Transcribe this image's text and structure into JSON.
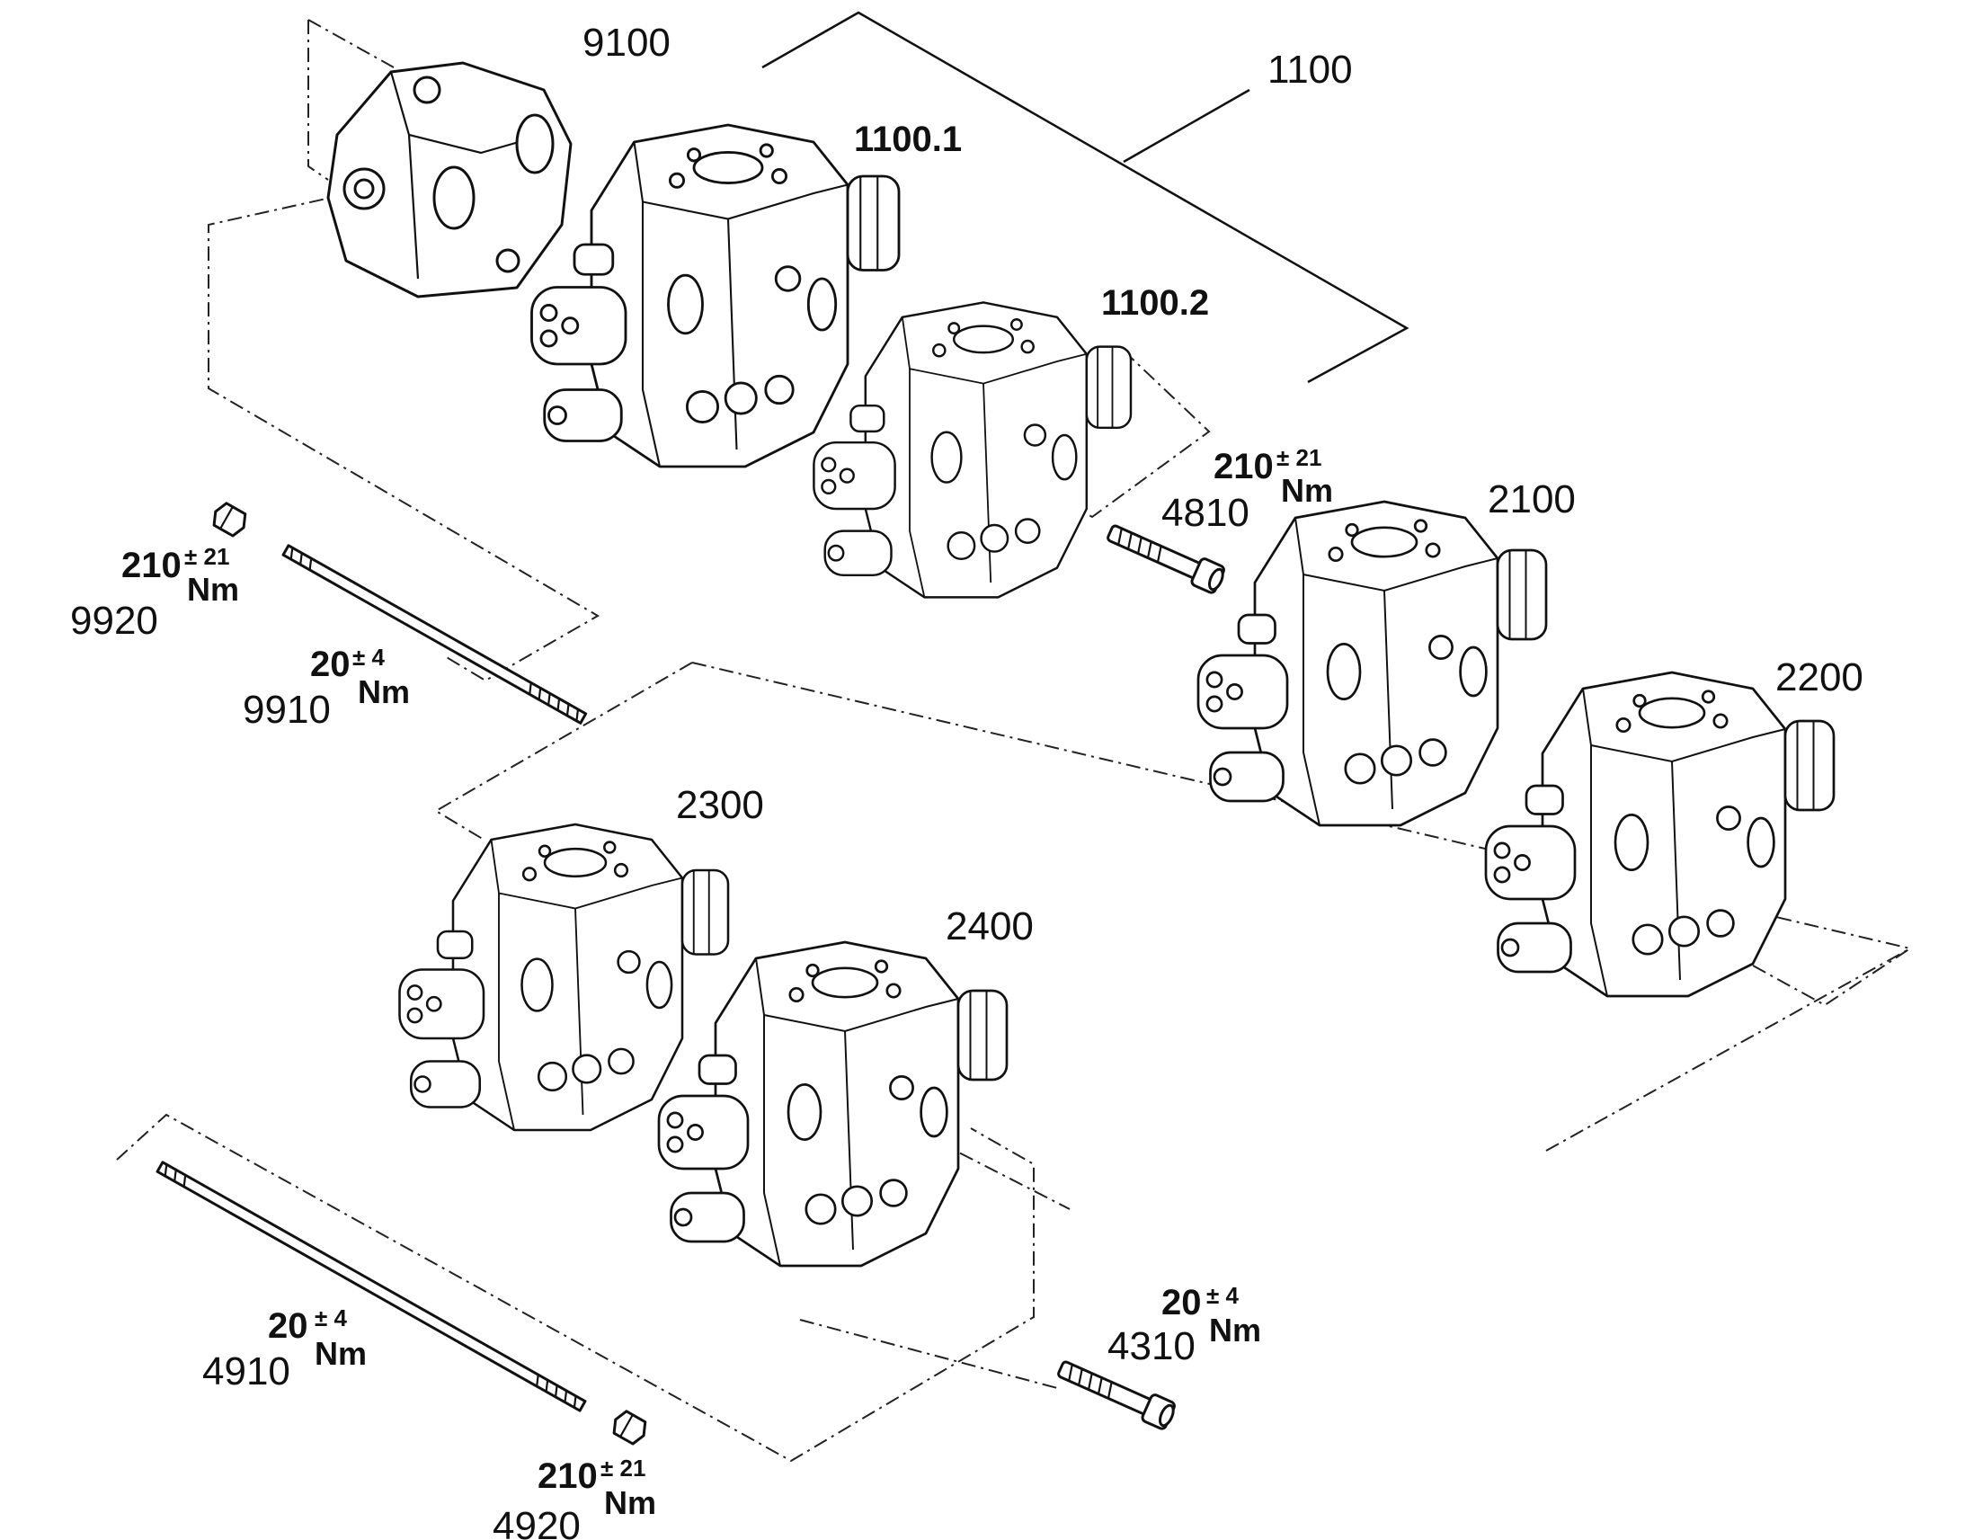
{
  "labels": {
    "l9100": "9100",
    "l1100": "1100",
    "l1100_1": "1100.1",
    "l1100_2": "1100.2",
    "l4810": "4810",
    "l2100": "2100",
    "l2200": "2200",
    "l9920": "9920",
    "l9910": "9910",
    "l2300": "2300",
    "l2400": "2400",
    "l4310": "4310",
    "l4910": "4910",
    "l4920": "4920"
  },
  "torques": {
    "t4810": {
      "value": "210",
      "tolerance": "± 21",
      "unit": "Nm"
    },
    "t9920": {
      "value": "210",
      "tolerance": "± 21",
      "unit": "Nm"
    },
    "t9910": {
      "value": "20",
      "tolerance": "± 4",
      "unit": "Nm"
    },
    "t4310": {
      "value": "20",
      "tolerance": "± 4",
      "unit": "Nm"
    },
    "t4910": {
      "value": "20",
      "tolerance": "± 4",
      "unit": "Nm"
    },
    "t4920": {
      "value": "210",
      "tolerance": "± 21",
      "unit": "Nm"
    }
  }
}
